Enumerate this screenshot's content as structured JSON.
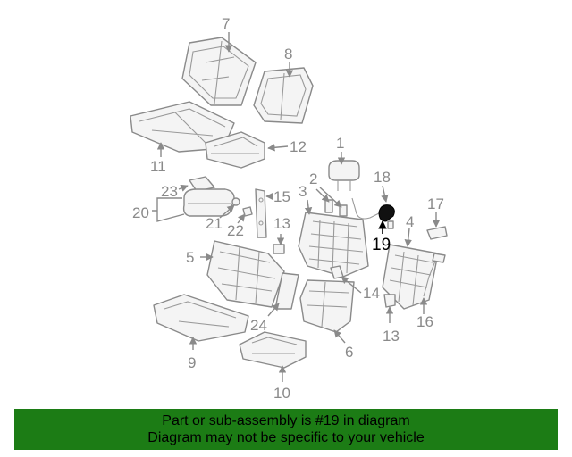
{
  "diagram": {
    "callouts": [
      "7",
      "8",
      "11",
      "12",
      "1",
      "2",
      "3",
      "18",
      "17",
      "23",
      "15",
      "20",
      "21",
      "22",
      "13",
      "4",
      "5",
      "14",
      "16",
      "24",
      "9",
      "6",
      "13",
      "10"
    ],
    "highlight": "19",
    "highlight_color": "#000000",
    "line_color": "#8a8a8a"
  },
  "banner": {
    "line1": "Part or sub-assembly is #19 in diagram",
    "line2": "Diagram may not be specific to your vehicle",
    "background": "#1c7c15"
  }
}
